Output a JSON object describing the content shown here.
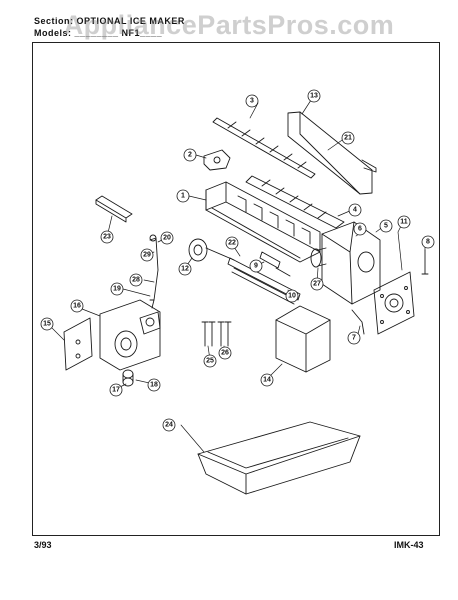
{
  "header": {
    "section_line": "Section: OPTIONAL ICE MAKER",
    "model_line": "Models: ________ NF1____"
  },
  "watermark": "AppliancePartsPros.com",
  "footer": {
    "date": "3/93",
    "page_code": "IMK-43"
  },
  "callouts": [
    "1",
    "2",
    "3",
    "4",
    "5",
    "6",
    "7",
    "8",
    "9",
    "10",
    "11",
    "12",
    "13",
    "14",
    "15",
    "16",
    "17",
    "18",
    "19",
    "20",
    "21",
    "22",
    "23",
    "24",
    "25",
    "26",
    "27",
    "28",
    "29"
  ],
  "colors": {
    "line": "#1a1a1a",
    "watermark": "#8c8c8c"
  }
}
